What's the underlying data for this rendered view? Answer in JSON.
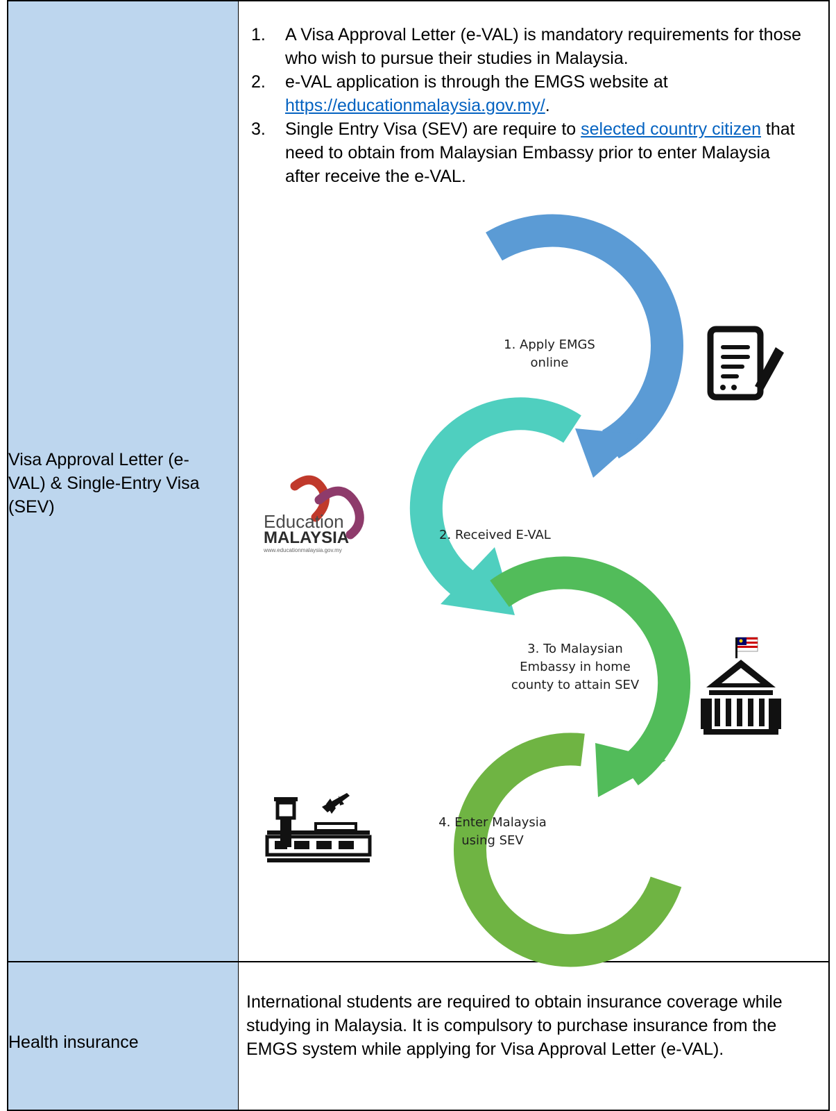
{
  "rows": [
    {
      "label": "Visa Approval Letter (e-VAL) & Single-Entry Visa (SEV)",
      "points": [
        {
          "num": "1.",
          "text": "A Visa Approval Letter (e-VAL) is mandatory requirements for those who wish to pursue their studies in Malaysia."
        },
        {
          "num": "2.",
          "text_before": "e-VAL application is through the EMGS website at ",
          "link": "https://educationmalaysia.gov.my/",
          "text_after": "."
        },
        {
          "num": "3.",
          "text_before": "Single Entry Visa (SEV) are require to ",
          "link": "selected country citizen",
          "text_after": " that need to obtain from Malaysian Embassy prior to enter Malaysia after receive the e-VAL."
        }
      ]
    },
    {
      "label": "Health insurance",
      "text": "International students are required to obtain insurance coverage while studying in Malaysia. It is compulsory to purchase insurance from the EMGS system while applying for Visa Approval Letter (e-VAL)."
    }
  ],
  "diagram": {
    "steps": [
      {
        "lines": [
          "1. Apply EMGS",
          "online"
        ],
        "color": "#5b9bd5"
      },
      {
        "lines": [
          "2. Received E-VAL"
        ],
        "color": "#4fcfbf"
      },
      {
        "lines": [
          "3. To Malaysian",
          "Embassy in home",
          "county to attain SEV"
        ],
        "color": "#52bc5a"
      },
      {
        "lines": [
          "4. Enter Malaysia",
          "using SEV"
        ],
        "color": "#6fb443"
      }
    ],
    "logo": {
      "line1": "Education",
      "line2": "MALAYSIA",
      "url": "www.educationmalaysia.gov.my",
      "color1": "#c0392b",
      "color2": "#8e3b6b"
    },
    "icons": [
      "document-sign-icon",
      "embassy-building-icon",
      "airport-icon"
    ]
  }
}
